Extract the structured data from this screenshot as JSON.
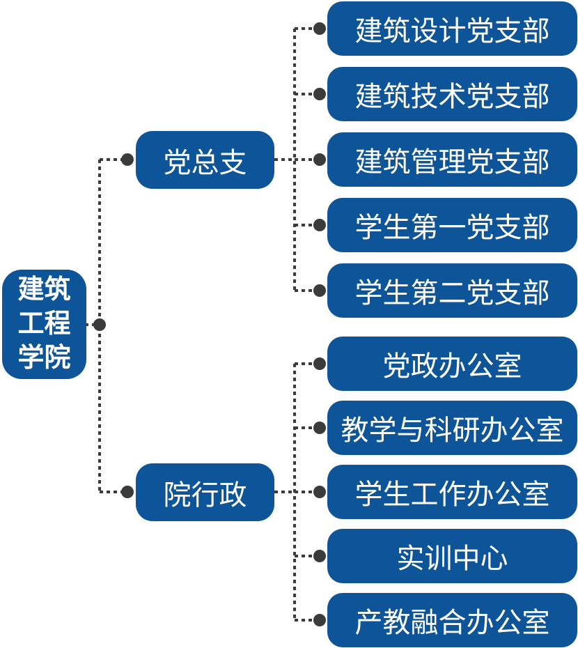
{
  "colors": {
    "node_fill": "#0e5499",
    "node_text": "#ffffff",
    "connector": "#3b3b3b",
    "background": "#ffffff"
  },
  "tree": {
    "root": {
      "label": "建筑工程学院",
      "lines": [
        "建筑",
        "工程",
        "学院"
      ]
    },
    "branches": [
      {
        "label": "党总支",
        "children": [
          {
            "label": "建筑设计党支部"
          },
          {
            "label": "建筑技术党支部"
          },
          {
            "label": "建筑管理党支部"
          },
          {
            "label": "学生第一党支部"
          },
          {
            "label": "学生第二党支部"
          }
        ]
      },
      {
        "label": "院行政",
        "children": [
          {
            "label": "党政办公室"
          },
          {
            "label": "教学与科研办公室"
          },
          {
            "label": "学生工作办公室"
          },
          {
            "label": "实训中心"
          },
          {
            "label": "产教融合办公室"
          }
        ]
      }
    ]
  }
}
